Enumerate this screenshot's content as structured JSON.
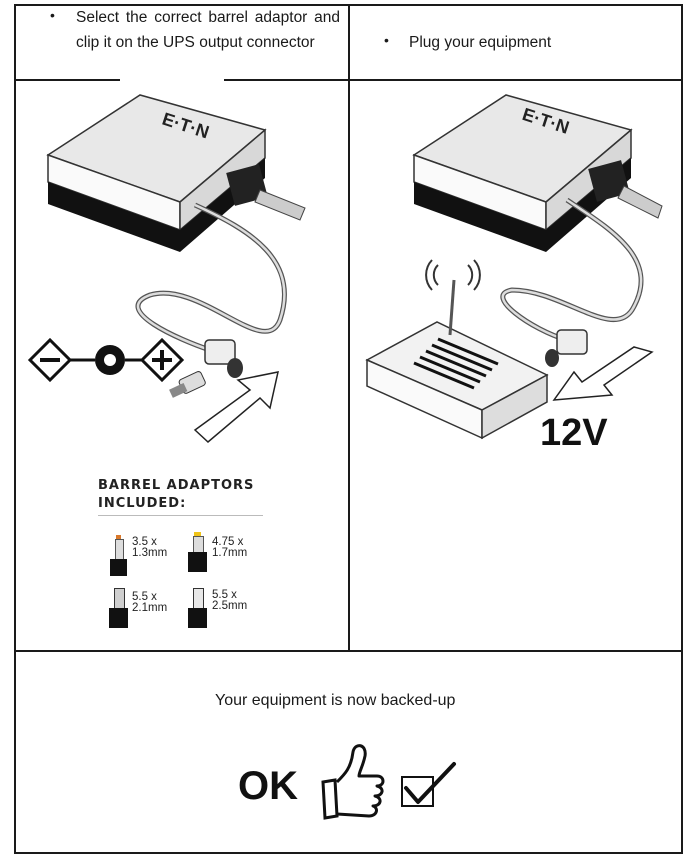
{
  "step1": {
    "bullet": "•",
    "text": "Select the correct barrel adaptor and clip it on the UPS output connector"
  },
  "step2": {
    "bullet": "•",
    "text": "Plug your equipment"
  },
  "brand": "E·T·N",
  "adaptors": {
    "heading_line1": "BARREL ADAPTORS",
    "heading_line2": "INCLUDED:",
    "items": [
      {
        "line1": "3.5 x",
        "line2": "1.3mm",
        "tip_color": "#d9782a"
      },
      {
        "line1": "4.75 x",
        "line2": "1.7mm",
        "tip_color": "#f0c419"
      },
      {
        "line1": "5.5 x",
        "line2": "2.1mm",
        "tip_color": "#cfcfcf"
      },
      {
        "line1": "5.5 x",
        "line2": "2.5mm",
        "tip_color": "#e8e8e8"
      }
    ]
  },
  "voltage": "12V",
  "footer": {
    "message": "Your equipment is now backed-up",
    "ok": "OK",
    "check": "☑"
  }
}
